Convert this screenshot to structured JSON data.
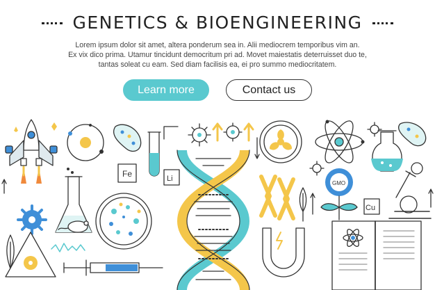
{
  "header": {
    "title": "GENETICS & BIOENGINEERING",
    "description": [
      "Lorem ipsum dolor sit amet, altera ponderum sea in. Alii mediocrem temporibus vim an.",
      "Ex vix dico prima. Utamur tincidunt democritum pri ad. Movet maiestatis deterruisset duo te,",
      "tantas soleat cu eam. Sed diam facilisis ea, ei pro summo mediocritatem."
    ]
  },
  "cta": {
    "primary_label": "Learn more",
    "secondary_label": "Contact us"
  },
  "illustration": {
    "labels": {
      "iron": "Fe",
      "lithium": "Li",
      "copper": "Cu",
      "gmo": "GMO"
    },
    "icons": [
      "rocket-icon",
      "solar-system-icon",
      "cell-icon",
      "test-tube-icon",
      "virus-icon",
      "dna-helix-icon",
      "biohazard-icon",
      "atom-icon",
      "flask-icon",
      "microscope-icon",
      "gear-icon",
      "petri-dish-icon",
      "chromosome-icon",
      "magnet-icon",
      "radiation-icon",
      "syringe-icon",
      "book-icon",
      "plant-icon",
      "lab-mouse-icon",
      "leaf-icon"
    ]
  },
  "colors": {
    "teal": "#5ac9cf",
    "yellow": "#f4c64a",
    "blue": "#3f8fd8",
    "orange": "#f08a3c",
    "line": "#333333"
  }
}
